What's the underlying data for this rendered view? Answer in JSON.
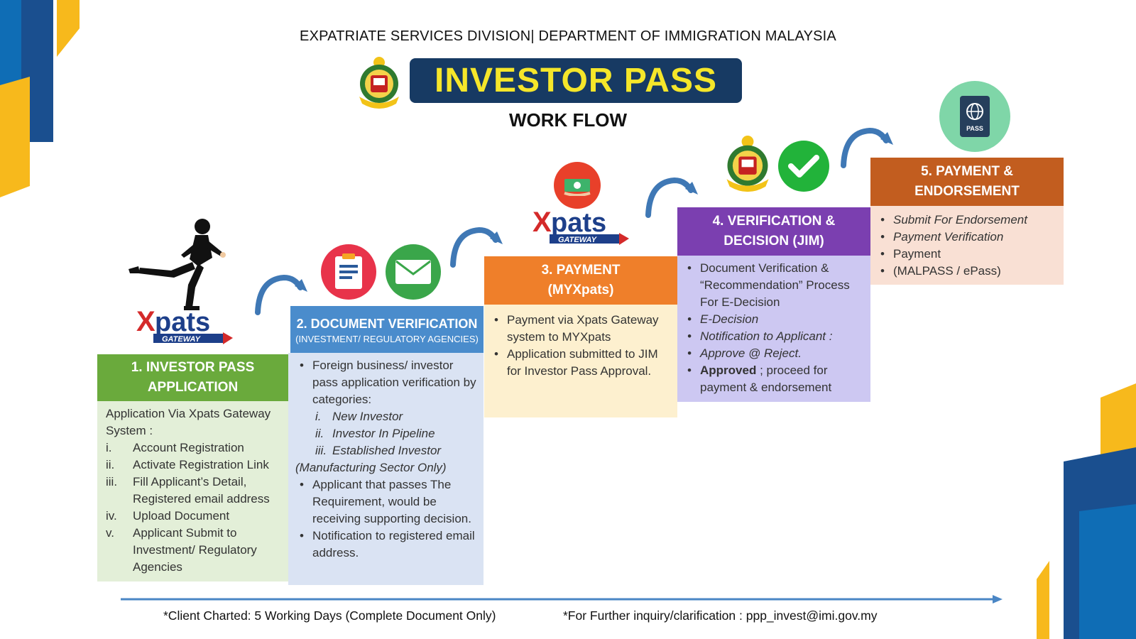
{
  "header": {
    "org_line": "EXPATRIATE SERVICES DIVISION| DEPARTMENT OF IMMIGRATION MALAYSIA",
    "title": "INVESTOR PASS",
    "subtitle": "WORK FLOW"
  },
  "logo": {
    "text": "XPATS GATEWAY",
    "brand_x": "X",
    "brand_rest": "pats",
    "brand_sub": "GATEWAY"
  },
  "steps": [
    {
      "title_line1": "1. INVESTOR PASS",
      "title_line2": "APPLICATION",
      "color": "#6aaa3c",
      "body_bg": "#e3efd8",
      "intro": "Application Via Xpats Gateway System :",
      "items": [
        {
          "num": "i.",
          "text": "Account Registration"
        },
        {
          "num": "ii.",
          "text": "Activate Registration Link"
        },
        {
          "num": "iii.",
          "text": "Fill Applicant’s Detail, Registered email address"
        },
        {
          "num": "iv.",
          "text": "Upload Document"
        },
        {
          "num": "v.",
          "text": "Applicant Submit to Investment/ Regulatory Agencies"
        }
      ]
    },
    {
      "title_line1": "2. DOCUMENT VERIFICATION",
      "title_line2": "(INVESTMENT/ REGULATORY AGENCIES)",
      "color": "#4a8ccc",
      "body_bg": "#dae3f3",
      "bullet1": "Foreign business/ investor pass application verification by categories:",
      "categories": [
        {
          "num": "i.",
          "text": "New Investor"
        },
        {
          "num": "ii.",
          "text": "Investor In Pipeline"
        },
        {
          "num": "iii.",
          "text": "Established Investor"
        }
      ],
      "category_note": "(Manufacturing Sector Only)",
      "bullet2": "Applicant that passes The Requirement, would be receiving supporting decision.",
      "bullet3": "Notification to registered email address."
    },
    {
      "title_line1": "3. PAYMENT",
      "title_line2": "(MYXpats)",
      "color": "#ef7f2a",
      "body_bg": "#fdf0cf",
      "bullets": [
        "Payment via  Xpats Gateway system to MYXpats",
        "Application submitted to JIM for Investor Pass Approval."
      ]
    },
    {
      "title_line1": "4. VERIFICATION &",
      "title_line2": "DECISION (JIM)",
      "color": "#7b3fb0",
      "body_bg": "#cdc8f2",
      "bullet1": "Document Verification & “Recommendation” Process For E-Decision",
      "bullet2": "E-Decision",
      "bullet3": "Notification to Applicant :",
      "bullet4": "Approve @ Reject.",
      "bullet5_bold": "Approved",
      "bullet5_rest": " ; proceed for payment & endorsement"
    },
    {
      "title_line1": "5. PAYMENT &",
      "title_line2": "ENDORSEMENT",
      "color": "#c25d1f",
      "body_bg": "#f9e0d4",
      "bullet1": "Submit For Endorsement",
      "bullet2": "Payment Verification",
      "bullet3": "Payment",
      "bullet4": "(MALPASS / ePass)"
    }
  ],
  "passport_label": "PASS",
  "footer": {
    "left": "*Client Charted: 5 Working Days (Complete Document Only)",
    "right": "*For Further inquiry/clarification : ppp_invest@imi.gov.my"
  },
  "colors": {
    "title_bg": "#173a63",
    "title_text": "#f5e62a",
    "arrow": "#3f78b5",
    "deco_blue": "#1a4f8f",
    "deco_yellow": "#f7b91c"
  }
}
